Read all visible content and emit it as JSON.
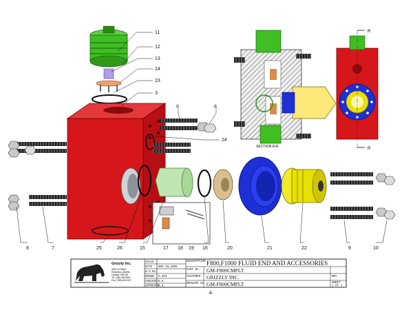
{
  "callouts": {
    "c11": "11",
    "c12": "12",
    "c13": "13",
    "c14": "14",
    "c23": "23",
    "c3": "3",
    "c5": "5",
    "c6": "6",
    "c24": "24",
    "c8": "8",
    "c7": "7",
    "c25": "25",
    "c26": "26",
    "c15": "15",
    "c17": "17",
    "c18": "18",
    "c19": "19",
    "c16": "16",
    "c20": "20",
    "c21": "21",
    "c22": "22",
    "c9": "9",
    "c10": "10"
  },
  "section": {
    "label": "SECTION R-R",
    "mark_top": "R",
    "mark_bottom": "R"
  },
  "title_block": {
    "company": "Grizzly Inc.",
    "address": [
      "3520-42 Street",
      "Edmonton, Alberta",
      "Canada T6B 2Z6",
      "Tel: (780) 463-5502",
      "Fax: (780) 463-0317"
    ],
    "rows": [
      {
        "label": "SCALE",
        "value": ""
      },
      {
        "label": "DATE",
        "value": "NOV.25,2005"
      },
      {
        "label": "W.O.No.",
        "value": ""
      },
      {
        "label": "DRAWN",
        "value": "S.SHI"
      },
      {
        "label": "CHECKED",
        "value": "K.K."
      },
      {
        "label": "APPROVED",
        "value": "K.K."
      }
    ],
    "description_label": "DESCRIPTION",
    "description": "F800,F1000 FLUID END AND ACCESSORIES",
    "part_no_label": "PART No.",
    "part_no": "GM-F800CMPLT",
    "customer_label": "CUSTOMER",
    "customer": "GRIZZLY INC.",
    "drawing_no_label": "DRAWING No.",
    "drawing_no": "GM-F800CMPLT",
    "rev_label": "REV",
    "sheet_label": "SHEET",
    "sheet": "1 OF 1"
  },
  "page_number": "-8-",
  "colors": {
    "body_red": "#d5161b",
    "cap_green": "#3fbf22",
    "sleeve_green": "#bfe6b0",
    "blue_nut": "#1e2fd6",
    "yellow_cap": "#e8e000",
    "tan_ring": "#d8c08e",
    "stud_gray": "#4a4a4a"
  }
}
